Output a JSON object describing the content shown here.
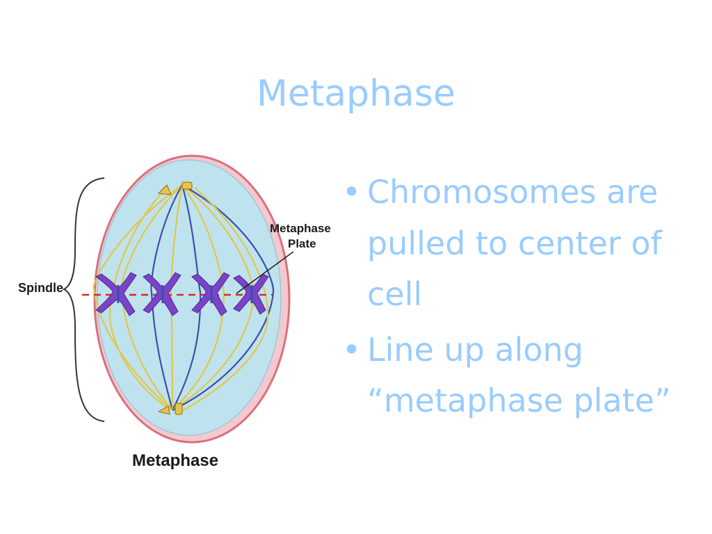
{
  "slide": {
    "title": "Metaphase",
    "bullets": [
      "Chromosomes are pulled to center of cell",
      "Line up along “metaphase plate”"
    ],
    "bullet_glyph": "•"
  },
  "diagram": {
    "label_spindle": "Spindle",
    "label_plate_line1": "Metaphase",
    "label_plate_line2": "Plate",
    "caption": "Metaphase",
    "colors": {
      "cell_fill": "#bfe3ee",
      "cell_border": "#d9707c",
      "spindle_yellow": "#e2c64a",
      "spindle_blue": "#3b4fa8",
      "chromosome": "#7a43c9",
      "plate_line": "#d32a2a",
      "title_text": "#99ccff"
    }
  }
}
